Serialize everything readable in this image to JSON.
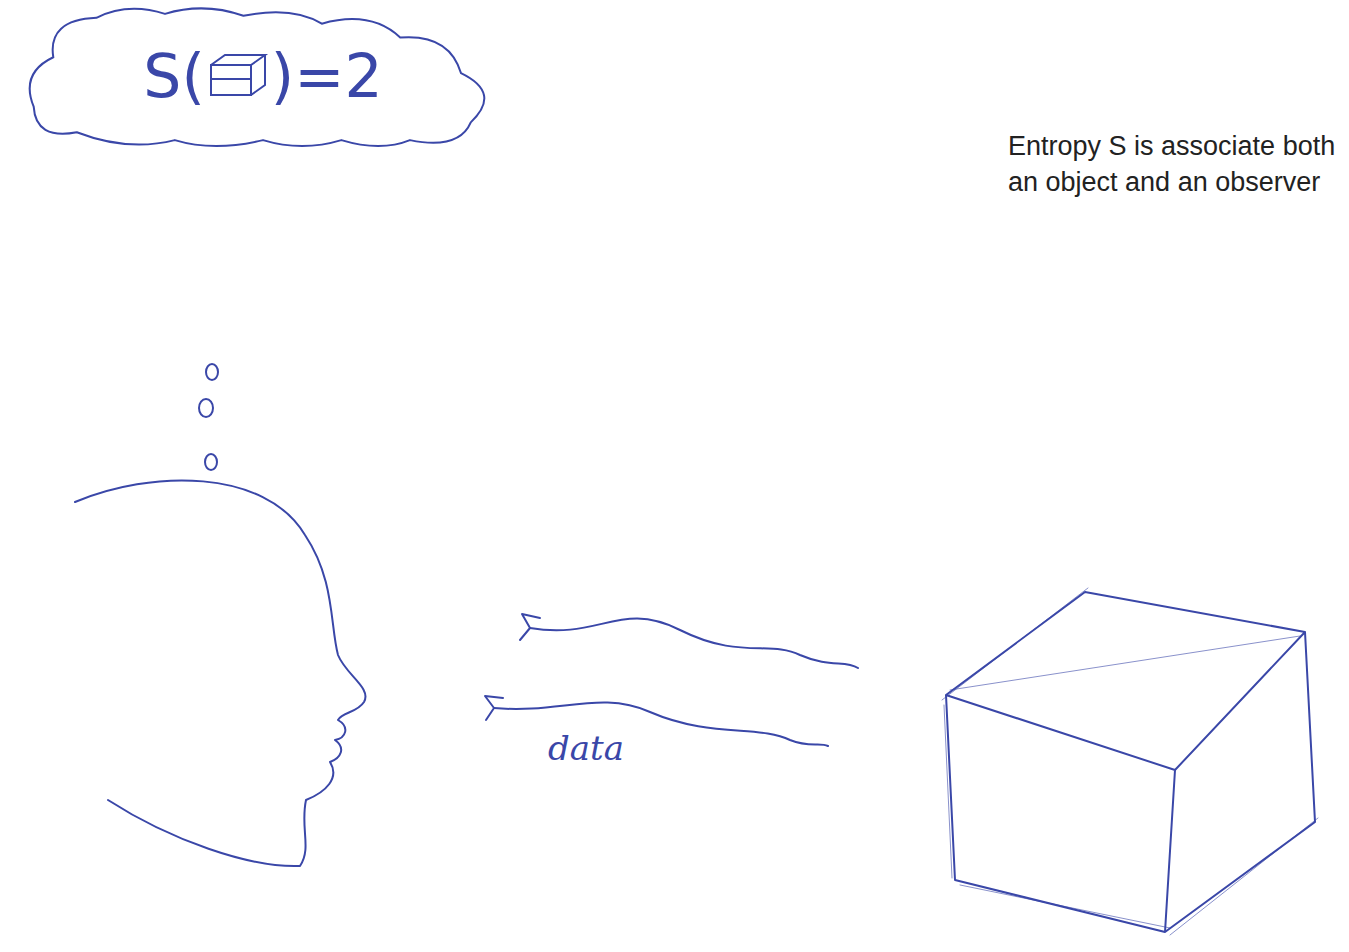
{
  "diagram": {
    "nodes": [
      {
        "text": [
          "S(",
          ")=2"
        ]
      }
    ],
    "labels": [
      "data",
      "Entropy S is associate both an object and an observer"
    ]
  }
}
